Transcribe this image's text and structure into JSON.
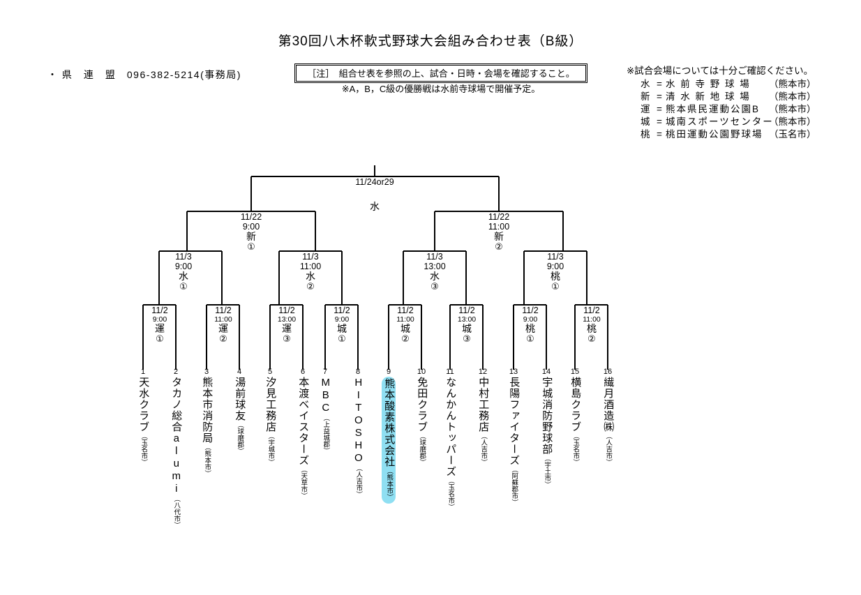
{
  "header": {
    "title": "第30回八木杯軟式野球大会組み合わせ表（B級）",
    "contact": "・ 県　連　盟　096-382-5214(事務局)",
    "note_box": "［注］　組合せ表を参照の上、試合・日時・会場を確認すること。",
    "note_sub": "※A，B，C級の優勝戦は水前寺球場で開催予定。",
    "venue_heading": "※試合会場については十分ご確認ください。",
    "venues": [
      {
        "key": "水",
        "eq": "=",
        "name": "水 前 寺 野 球 場",
        "city": "（熊本市）"
      },
      {
        "key": "新",
        "eq": "=",
        "name": "清 水 新 地 球 場",
        "city": "（熊本市）"
      },
      {
        "key": "運",
        "eq": "=",
        "name": "熊本県民運動公園B",
        "city": "（熊本市）"
      },
      {
        "key": "城",
        "eq": "=",
        "name": "城南スポーツセンター",
        "city": "（熊本市）"
      },
      {
        "key": "桃",
        "eq": "=",
        "name": "桃田運動公園野球場",
        "city": "（玉名市）"
      }
    ]
  },
  "bracket": {
    "final": {
      "date": "11/24or29",
      "time": "",
      "venue": "水",
      "num": ""
    },
    "semifinals": [
      {
        "date": "11/22",
        "time": "9:00",
        "venue": "新",
        "num": "①"
      },
      {
        "date": "11/22",
        "time": "11:00",
        "venue": "新",
        "num": "②"
      }
    ],
    "quarterfinals": [
      {
        "date": "11/3",
        "time": "9:00",
        "venue": "水",
        "num": "①"
      },
      {
        "date": "11/3",
        "time": "11:00",
        "venue": "水",
        "num": "②"
      },
      {
        "date": "11/3",
        "time": "13:00",
        "venue": "水",
        "num": "③"
      },
      {
        "date": "11/3",
        "time": "9:00",
        "venue": "桃",
        "num": "①"
      }
    ],
    "round1": [
      {
        "date": "11/2",
        "time": "9:00",
        "venue": "運",
        "num": "①"
      },
      {
        "date": "11/2",
        "time": "11:00",
        "venue": "運",
        "num": "②"
      },
      {
        "date": "11/2",
        "time": "13:00",
        "venue": "運",
        "num": "③"
      },
      {
        "date": "11/2",
        "time": "9:00",
        "venue": "城",
        "num": "①"
      },
      {
        "date": "11/2",
        "time": "11:00",
        "venue": "城",
        "num": "②"
      },
      {
        "date": "11/2",
        "time": "13:00",
        "venue": "城",
        "num": "③"
      },
      {
        "date": "11/2",
        "time": "9:00",
        "venue": "桃",
        "num": "①"
      },
      {
        "date": "11/2",
        "time": "11:00",
        "venue": "桃",
        "num": "②"
      }
    ],
    "teams": [
      {
        "seed": "1",
        "name": "天水クラブ",
        "city": "（玉名市）",
        "highlight": false
      },
      {
        "seed": "2",
        "name": "タカノ総合alumi",
        "city": "（八代市）",
        "highlight": false
      },
      {
        "seed": "3",
        "name": "熊本市消防局",
        "city": "（熊本市）",
        "highlight": false
      },
      {
        "seed": "4",
        "name": "湯前球友",
        "city": "（球磨郡）",
        "highlight": false
      },
      {
        "seed": "5",
        "name": "汐見工務店",
        "city": "（宇城市）",
        "highlight": false
      },
      {
        "seed": "6",
        "name": "本渡ベイスターズ",
        "city": "（天草市）",
        "highlight": false
      },
      {
        "seed": "7",
        "name": "MBC",
        "city": "（上益城郡）",
        "highlight": false
      },
      {
        "seed": "8",
        "name": "HITOSHO",
        "city": "（人吉市）",
        "highlight": false
      },
      {
        "seed": "9",
        "name": "熊本酸素株式会社",
        "city": "（熊本市）",
        "highlight": true
      },
      {
        "seed": "10",
        "name": "免田クラブ",
        "city": "（球磨郡）",
        "highlight": false
      },
      {
        "seed": "11",
        "name": "なんかんトッパーズ",
        "city": "（玉名市）",
        "highlight": false
      },
      {
        "seed": "12",
        "name": "中村工務店",
        "city": "（人吉市）",
        "highlight": false
      },
      {
        "seed": "13",
        "name": "長陽ファイターズ",
        "city": "（阿蘇郡市）",
        "highlight": false
      },
      {
        "seed": "14",
        "name": "宇城消防野球部",
        "city": "（宇土市）",
        "highlight": false
      },
      {
        "seed": "15",
        "name": "横島クラブ",
        "city": "（玉名市）",
        "highlight": false
      },
      {
        "seed": "16",
        "name": "繊月酒造㈱",
        "city": "（人吉市）",
        "highlight": false
      }
    ]
  },
  "style": {
    "highlight_color": "#8fdff2",
    "line_color": "#000000"
  }
}
